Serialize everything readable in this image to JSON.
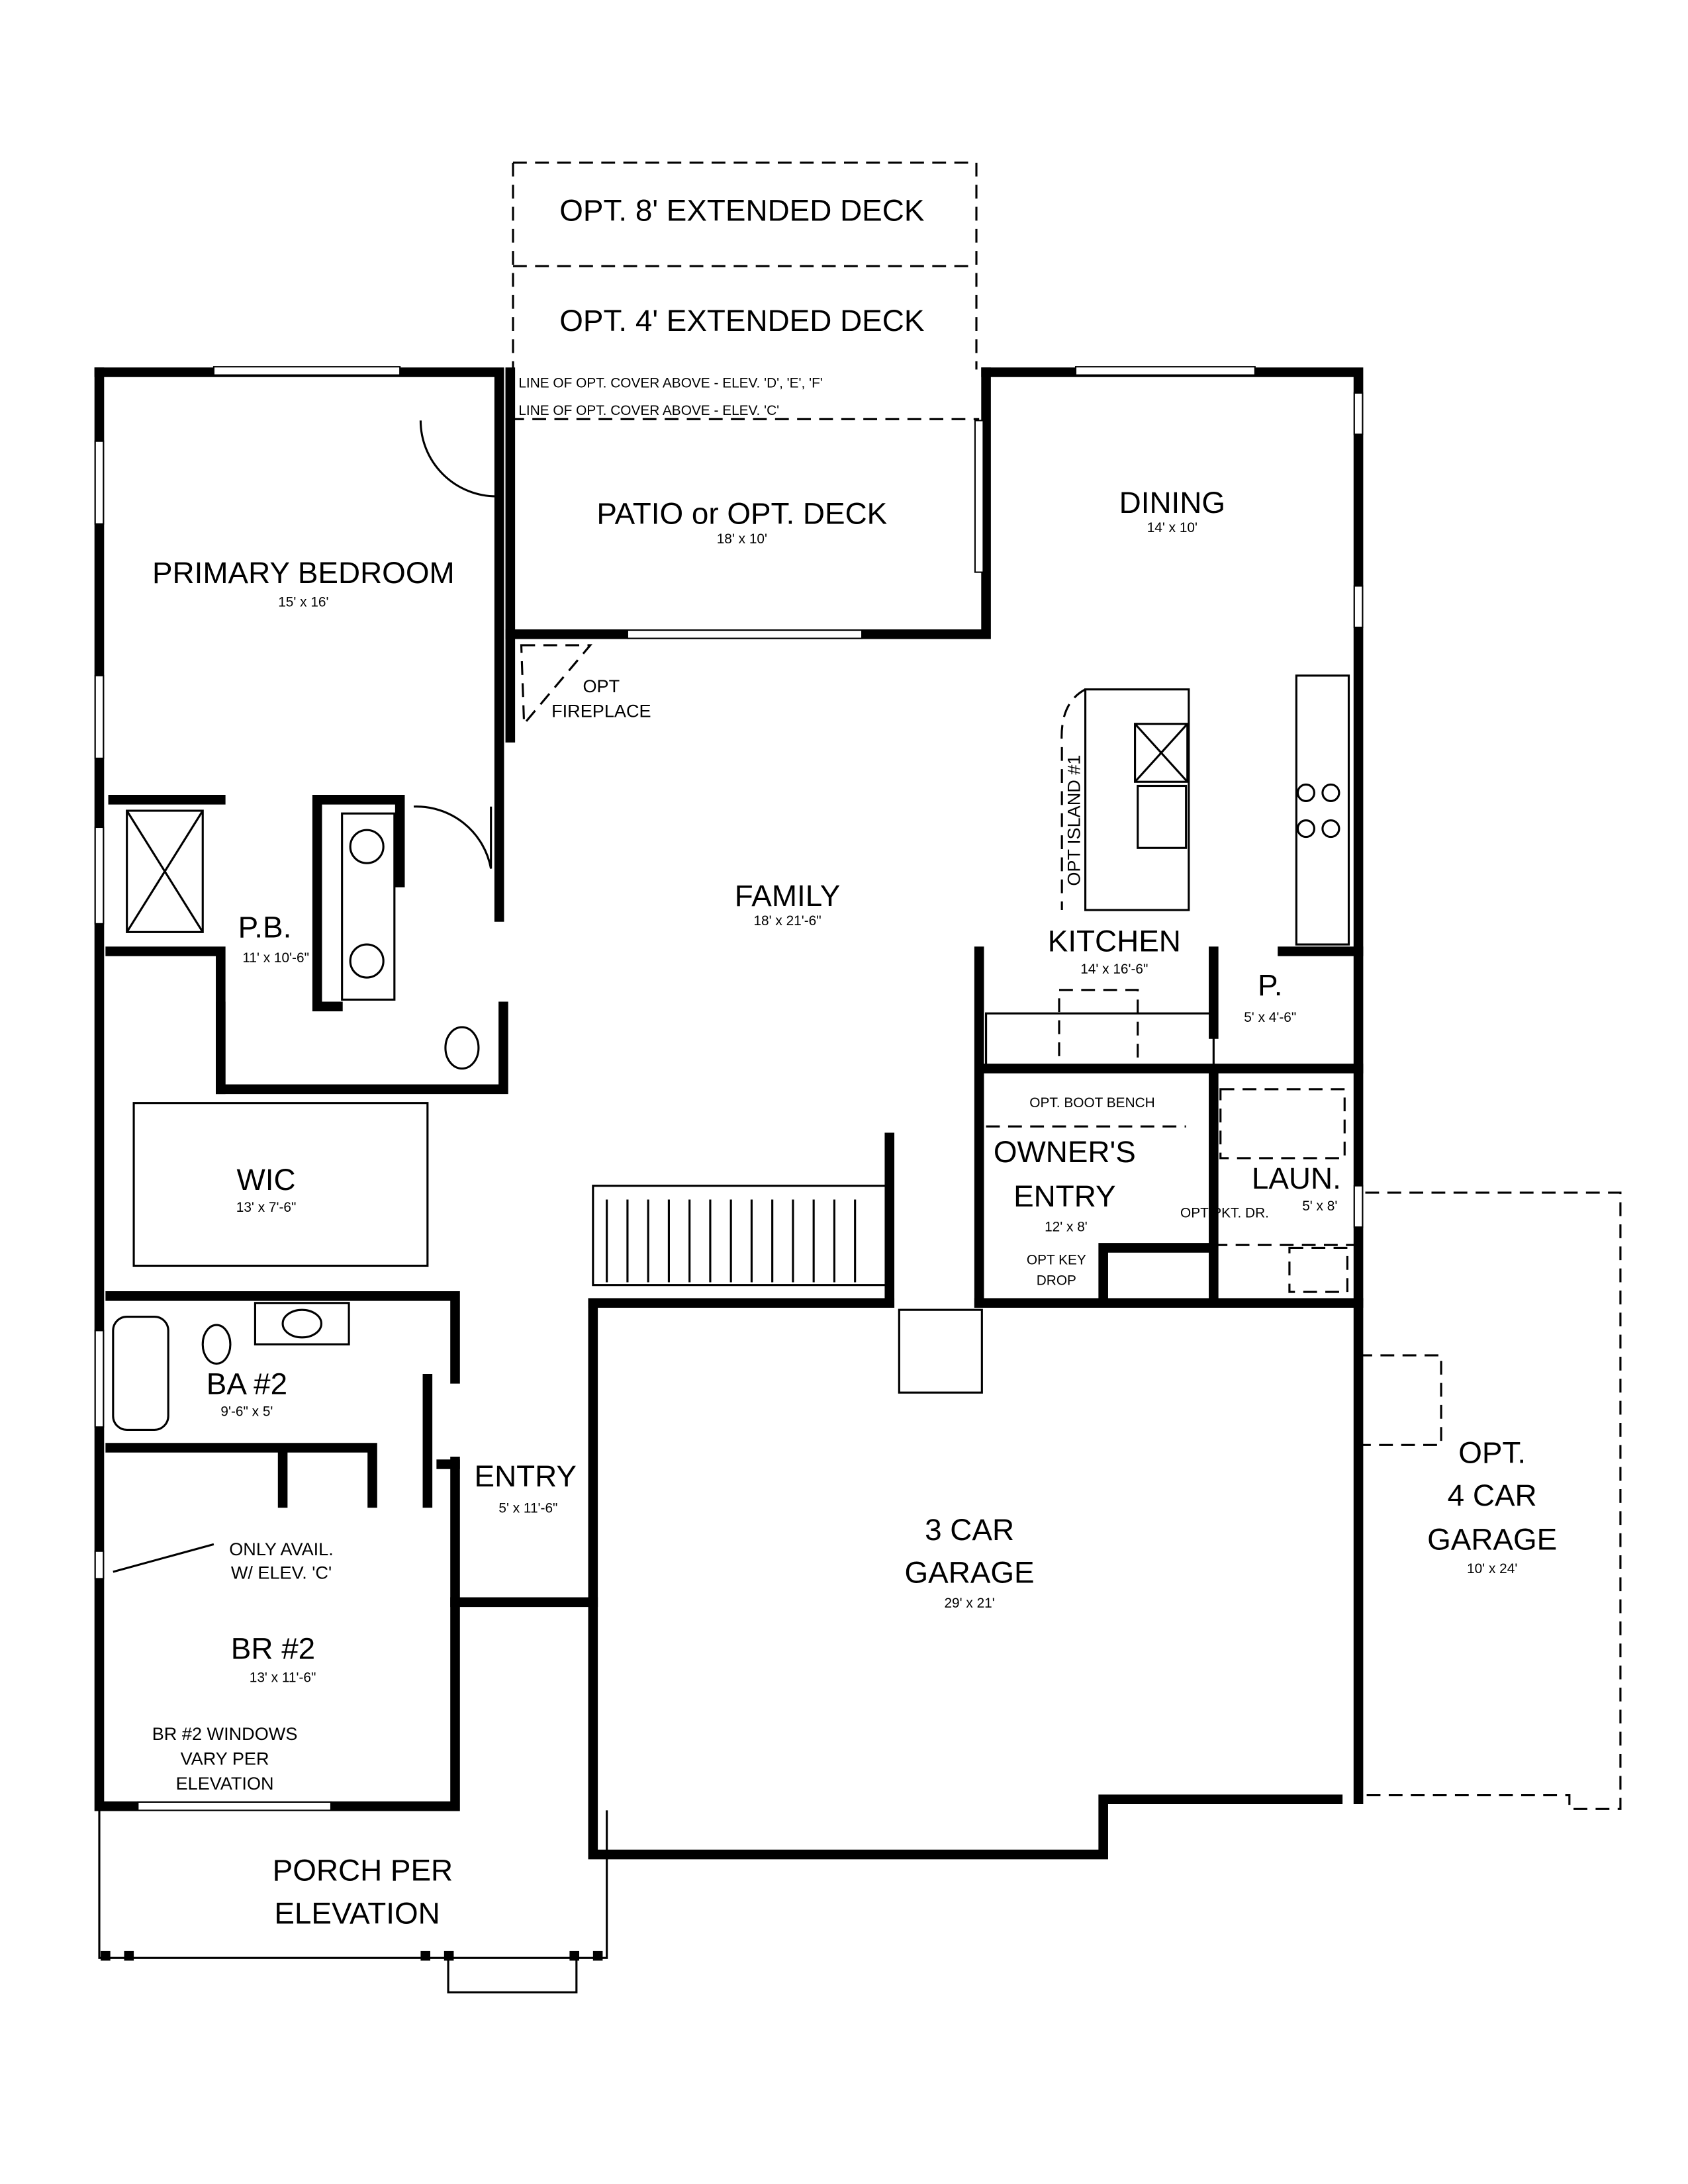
{
  "labels": {
    "opt8_deck": "OPT. 8' EXTENDED DECK",
    "opt4_deck": "OPT. 4' EXTENDED DECK",
    "cover_def": "LINE OF OPT. COVER ABOVE - ELEV. 'D', 'E', 'F'",
    "cover_c": "LINE OF OPT. COVER ABOVE - ELEV. 'C'",
    "opt_fireplace_1": "OPT",
    "opt_fireplace_2": "FIREPLACE",
    "opt_island": "OPT ISLAND #1",
    "opt_boot_bench": "OPT. BOOT BENCH",
    "opt_pkt_dr": "OPT PKT. DR.",
    "opt_key_drop_1": "OPT KEY",
    "opt_key_drop_2": "DROP",
    "only_avail_1": "ONLY AVAIL.",
    "only_avail_2": "W/ ELEV. 'C'",
    "br2_windows_1": "BR #2 WINDOWS",
    "br2_windows_2": "VARY PER",
    "br2_windows_3": "ELEVATION",
    "porch_1": "PORCH PER",
    "porch_2": "ELEVATION"
  },
  "rooms": {
    "patio": {
      "name": "PATIO or OPT. DECK",
      "size": "18' x 10'"
    },
    "dining": {
      "name": "DINING",
      "size": "14' x 10'"
    },
    "primary_bedroom": {
      "name": "PRIMARY BEDROOM",
      "size": "15' x 16'"
    },
    "family": {
      "name": "FAMILY",
      "size": "18' x 21'-6\""
    },
    "kitchen": {
      "name": "KITCHEN",
      "size": "14' x 16'-6\""
    },
    "pantry": {
      "name": "P.",
      "size": "5' x 4'-6\""
    },
    "primary_bath": {
      "name": "P.B.",
      "size": "11' x 10'-6\""
    },
    "owners_entry": {
      "name_1": "OWNER'S",
      "name_2": "ENTRY",
      "size": "12' x 8'"
    },
    "laundry": {
      "name": "LAUN.",
      "size": "5' x 8'"
    },
    "wic": {
      "name": "WIC",
      "size": "13' x 7'-6\""
    },
    "bath2": {
      "name": "BA #2",
      "size": "9'-6\" x 5'"
    },
    "entry": {
      "name": "ENTRY",
      "size": "5' x 11'-6\""
    },
    "garage3": {
      "name_1": "3 CAR",
      "name_2": "GARAGE",
      "size": "29' x 21'"
    },
    "garage4": {
      "name_1": "OPT.",
      "name_2": "4 CAR",
      "name_3": "GARAGE",
      "size": "10' x 24'"
    },
    "br2": {
      "name": "BR #2",
      "size": "13' x 11'-6\""
    }
  }
}
